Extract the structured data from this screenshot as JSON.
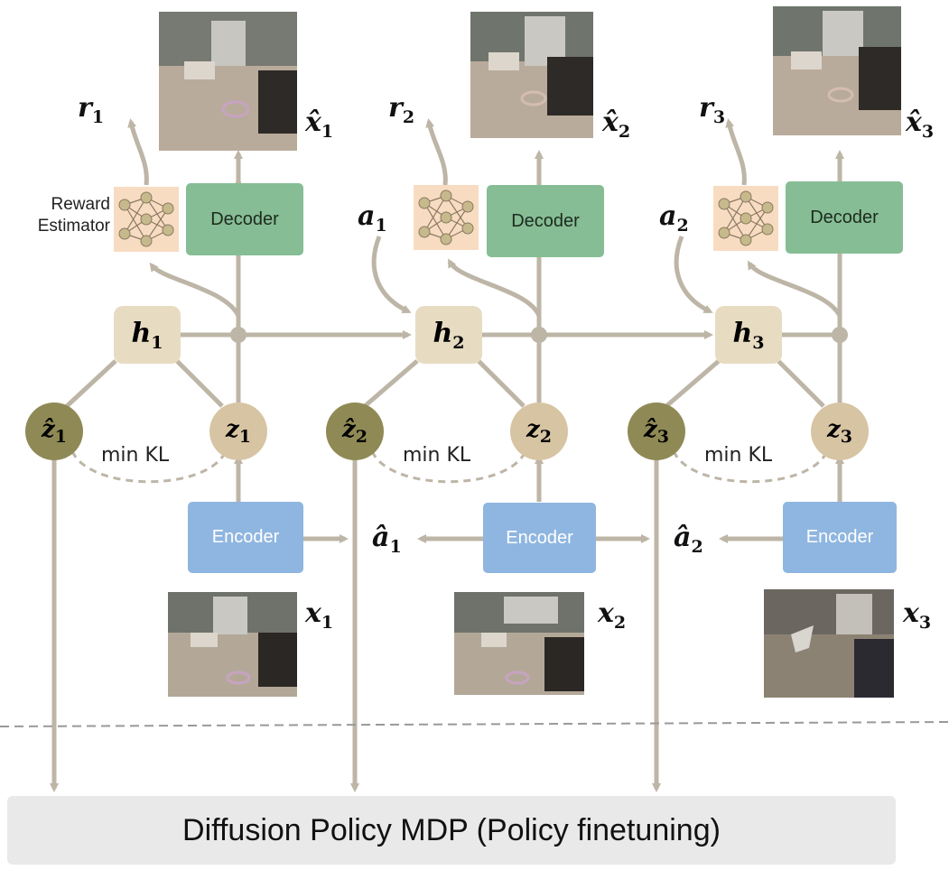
{
  "reward_estimator_label": [
    "Reward",
    "Estimator"
  ],
  "decoder_label": "Decoder",
  "encoder_label": "Encoder",
  "min_kl_label": "min KL",
  "bottom_label": "Diffusion Policy MDP (Policy finetuning)",
  "steps": [
    {
      "h": "h",
      "z": "z",
      "zhat": "ẑ",
      "r": "r",
      "xhat": "x̂",
      "x": "x",
      "idx": "1"
    },
    {
      "h": "h",
      "z": "z",
      "zhat": "ẑ",
      "r": "r",
      "xhat": "x̂",
      "x": "x",
      "idx": "2"
    },
    {
      "h": "h",
      "z": "z",
      "zhat": "ẑ",
      "r": "r",
      "xhat": "x̂",
      "x": "x",
      "idx": "3"
    }
  ],
  "actions": [
    {
      "a": "a",
      "idx": "1"
    },
    {
      "a": "a",
      "idx": "2"
    }
  ],
  "predicted_actions": [
    {
      "a": "â",
      "idx": "1"
    },
    {
      "a": "â",
      "idx": "2"
    }
  ],
  "colors": {
    "arrow": "#bdb5a6",
    "decoder": "#86bd94",
    "encoder": "#8fb6e0",
    "h_node": "#e7dcc2",
    "z_prior": "#8f8a55",
    "z_posterior": "#d7c4a3",
    "reward_net": "#f8dcc2"
  },
  "icons": [
    "neural-network-icon",
    "robot-scene-image"
  ]
}
